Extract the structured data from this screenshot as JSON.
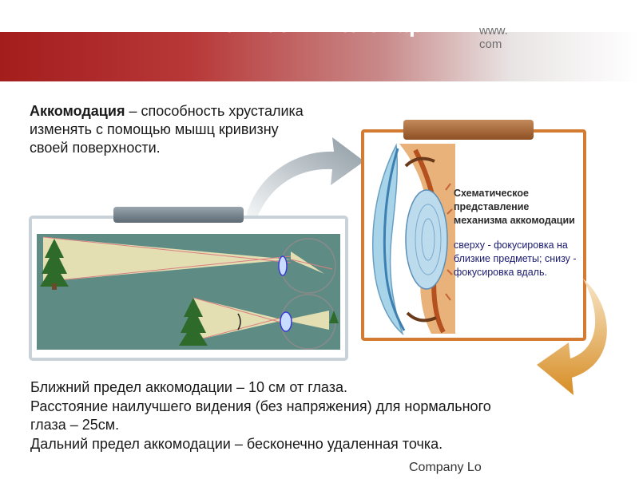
{
  "header": {
    "title": "Физический словарик",
    "site_url_line1": "www.",
    "site_url_line2": "com"
  },
  "definition": {
    "term": "Аккомодация",
    "text": " – способность хрусталика изменять с помощью мышц кривизну своей поверхности."
  },
  "diagram": {
    "caption_title": "Схематическое представление механизма аккомодации",
    "caption_body": "сверху - фокусировка на близкие предметы; снизу - фокусировка вдаль."
  },
  "facts": {
    "line1": "Ближний предел аккомодации – 10 см от глаза.",
    "line2": "Расстояние наилучшего видения  (без напряжения)   для нормального",
    "line3": "глаза – 25см.",
    "line4": "Дальний предел аккомодации – бесконечно  удаленная  точка."
  },
  "footer": {
    "company": "Company Lo"
  },
  "colors": {
    "banner_red": "#a41d1d",
    "frame_orange": "#d37b32",
    "frame_gray": "#c9d2d8",
    "optics_bg": "#5e8c84"
  }
}
